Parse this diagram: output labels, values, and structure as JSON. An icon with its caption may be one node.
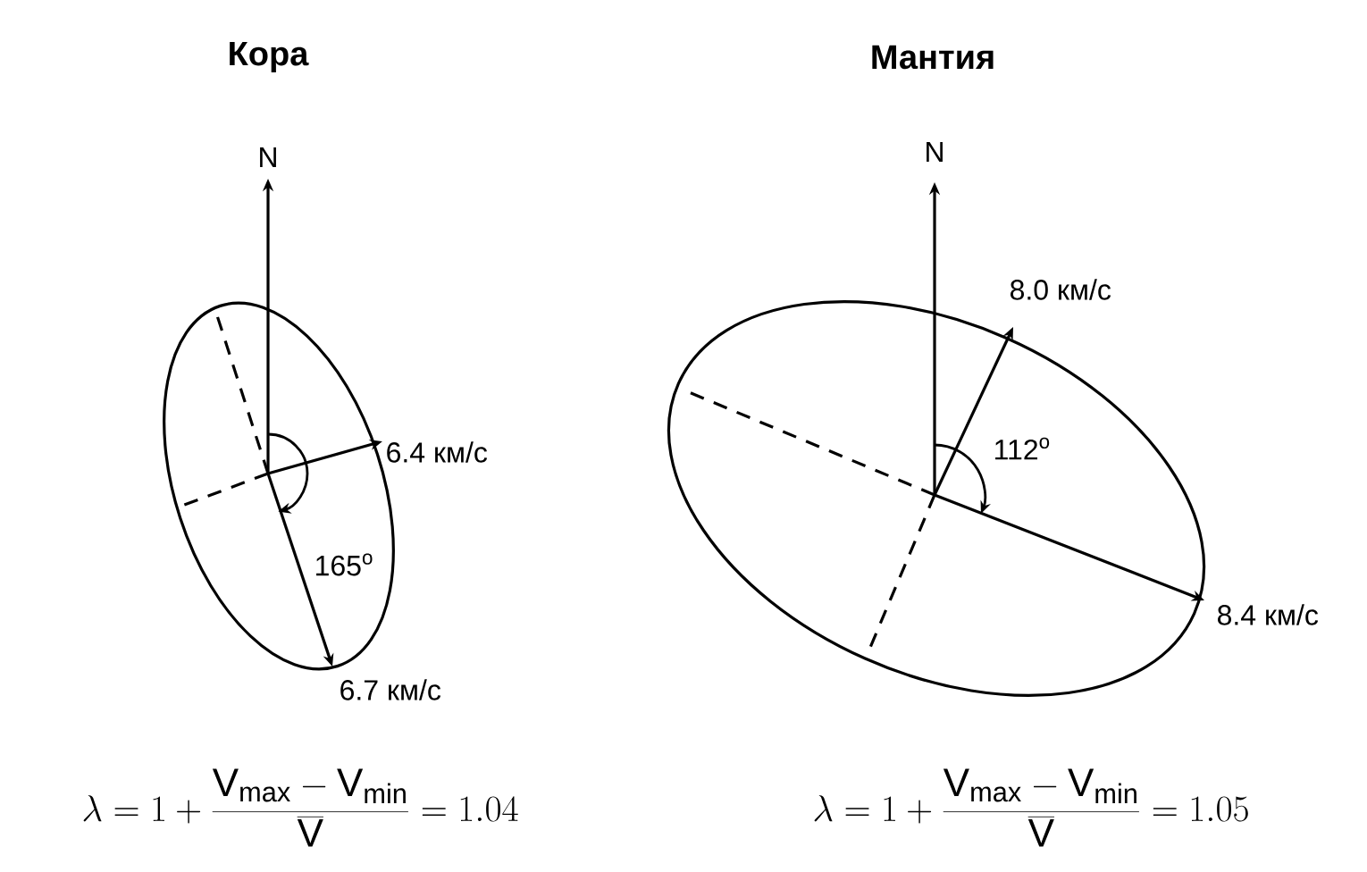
{
  "diagram": {
    "labels": [
      "Кора",
      "Мантия",
      "N",
      "N",
      "8.0 км/с",
      "6.4 км/с",
      "112$^{o}$",
      "165$^{o}$",
      "8.4 км/с",
      "6.7 км/с",
      "\\lambda = 1 + \\frac{\\mathrm{V}_{\\mathrm{max}} - \\mathrm{V}_{\\mathrm{min}}}{\\overline{\\mathrm{V}}} = 1.04",
      "\\lambda = 1 + \\frac{\\mathrm{V}_{\\mathrm{max}} - \\mathrm{V}_{\\mathrm{min}}}{\\overline{\\mathrm{V}}} = 1.05"
    ]
  }
}
